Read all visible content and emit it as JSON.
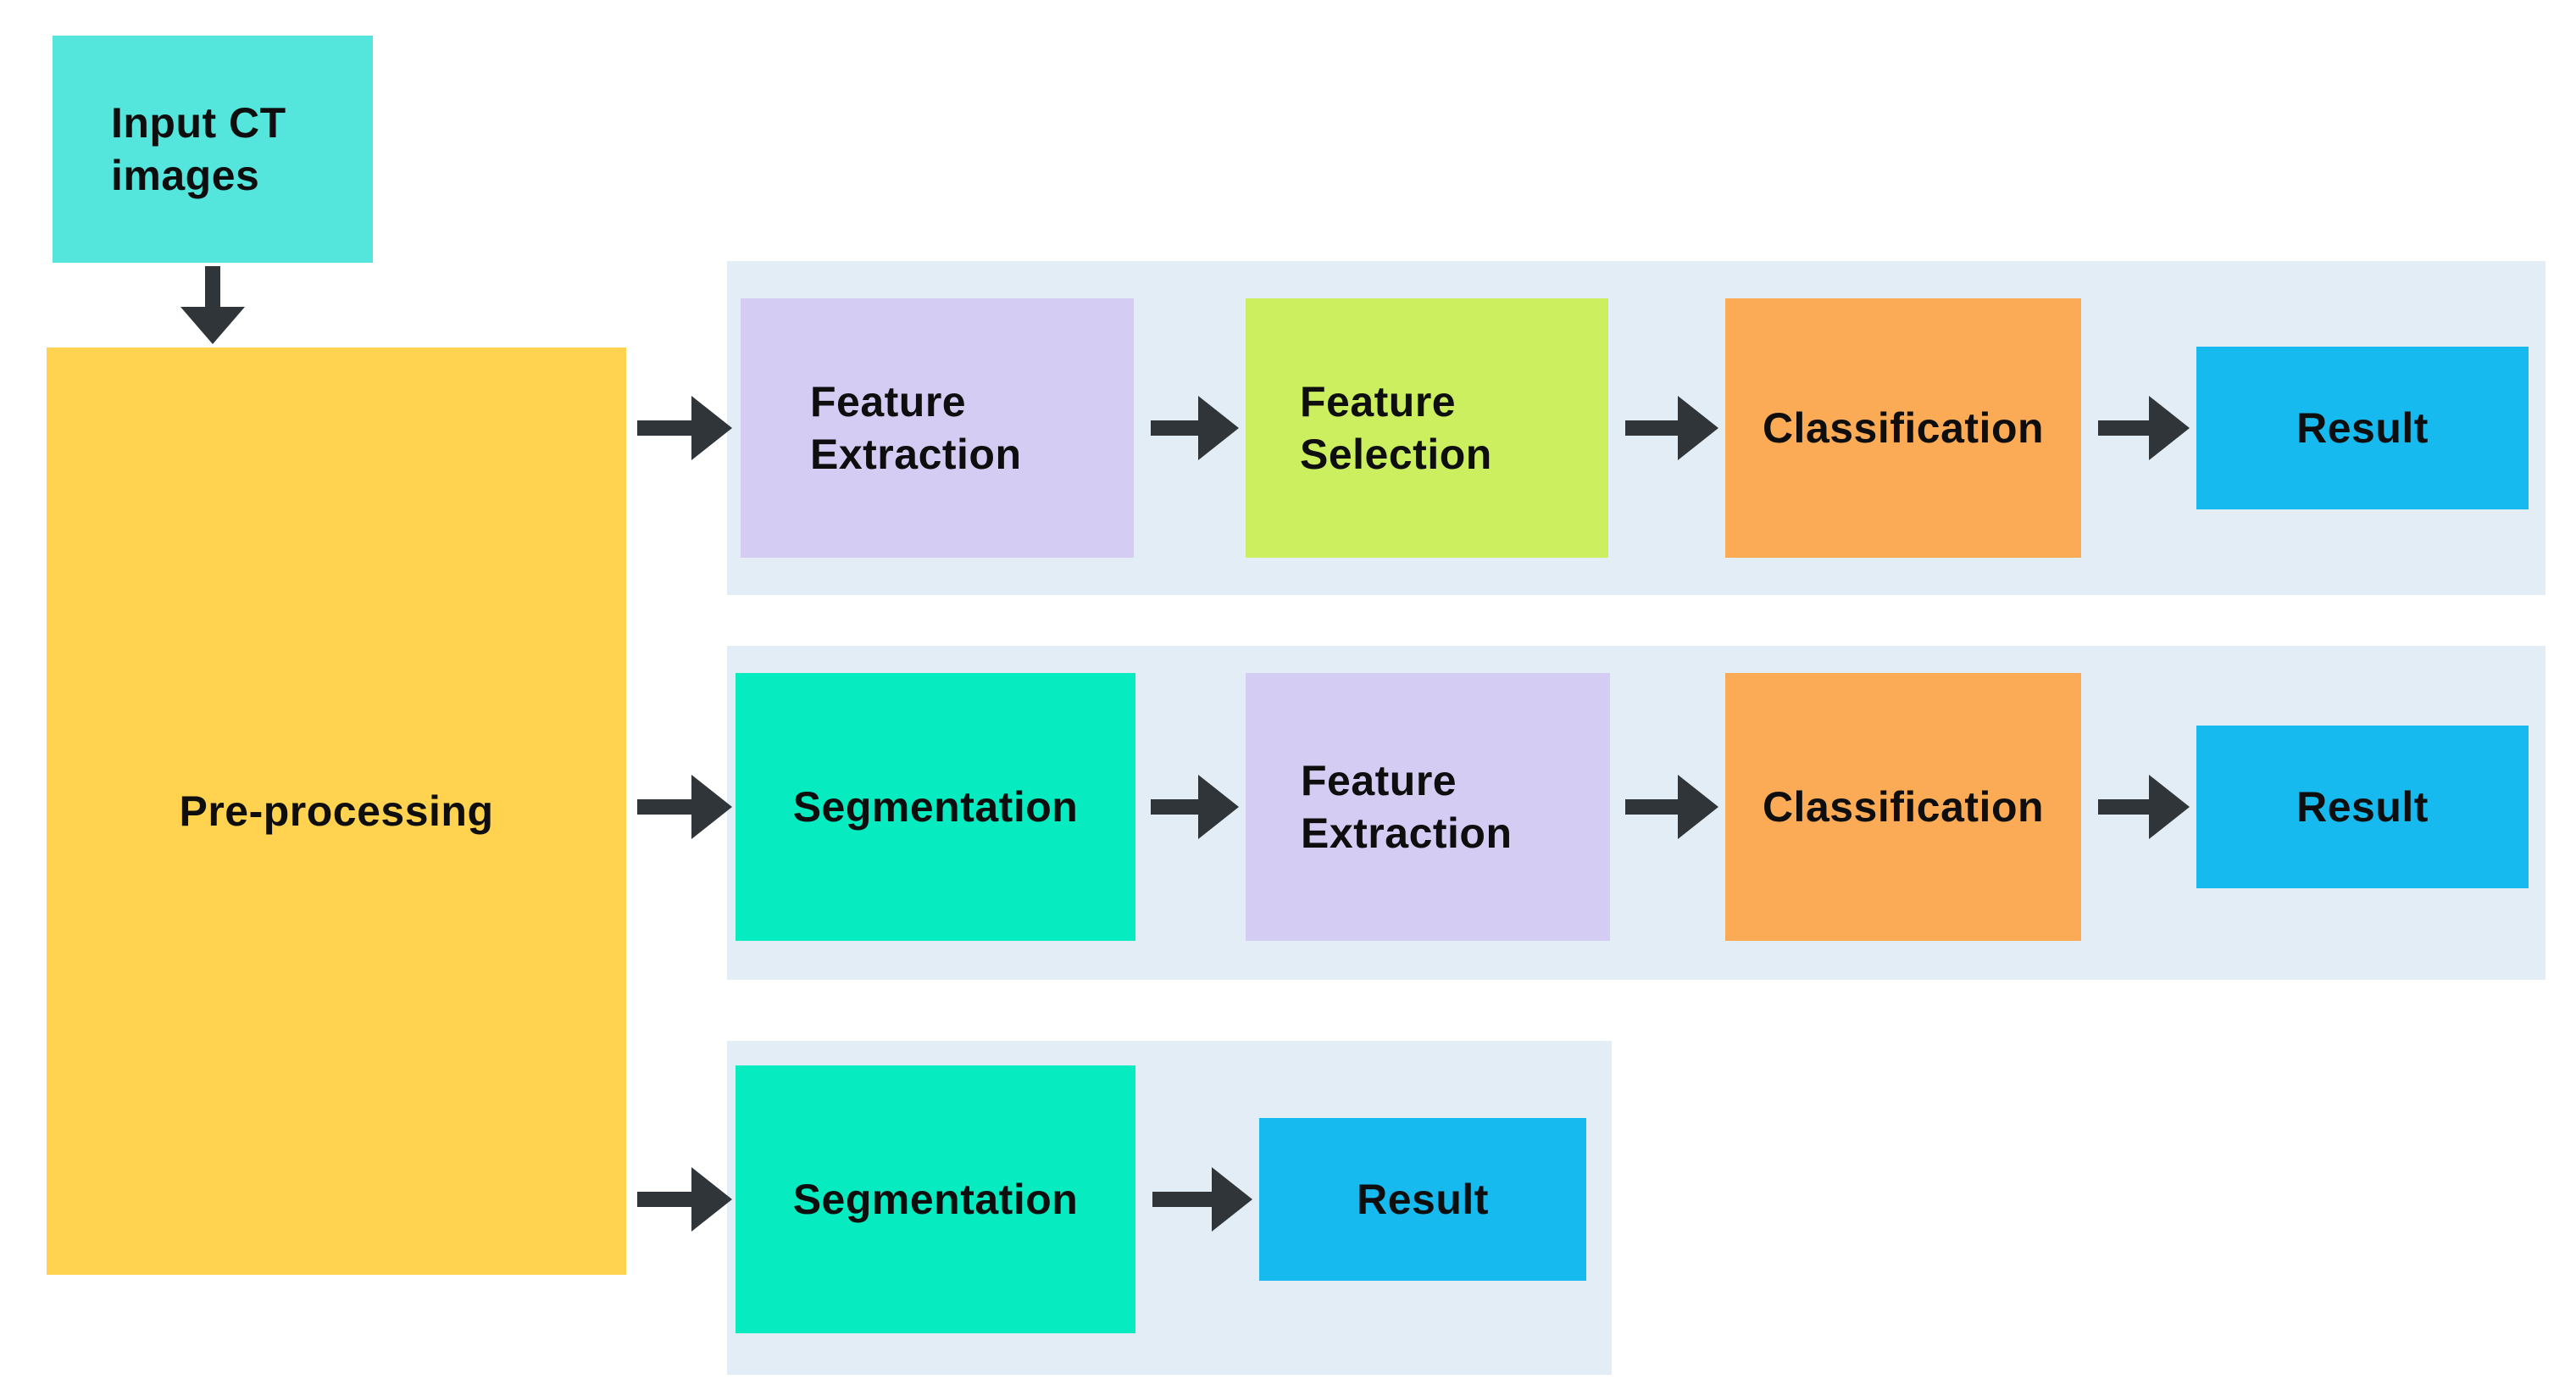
{
  "diagram_type": "flowchart",
  "nodes": {
    "input_ct": {
      "label": "Input CT images"
    },
    "preprocessing": {
      "label": "Pre-processing"
    }
  },
  "rows": [
    {
      "steps": [
        {
          "label": "Feature Extraction"
        },
        {
          "label": "Feature Selection"
        },
        {
          "label": "Classification"
        },
        {
          "label": "Result"
        }
      ]
    },
    {
      "steps": [
        {
          "label": "Segmentation"
        },
        {
          "label": "Feature Extraction"
        },
        {
          "label": "Classification"
        },
        {
          "label": "Result"
        }
      ]
    },
    {
      "steps": [
        {
          "label": "Segmentation"
        },
        {
          "label": "Result"
        }
      ]
    }
  ],
  "colors": {
    "background": "#ffffff",
    "row_band": "#e3edf6",
    "input": "#54e6dd",
    "preprocessing": "#ffd34f",
    "feature_extraction": "#d5ccf4",
    "feature_selection": "#cbef5e",
    "classification": "#fbab55",
    "segmentation": "#06ecc0",
    "result": "#16baee",
    "arrow": "#303539",
    "text": "#0e0e0e"
  }
}
